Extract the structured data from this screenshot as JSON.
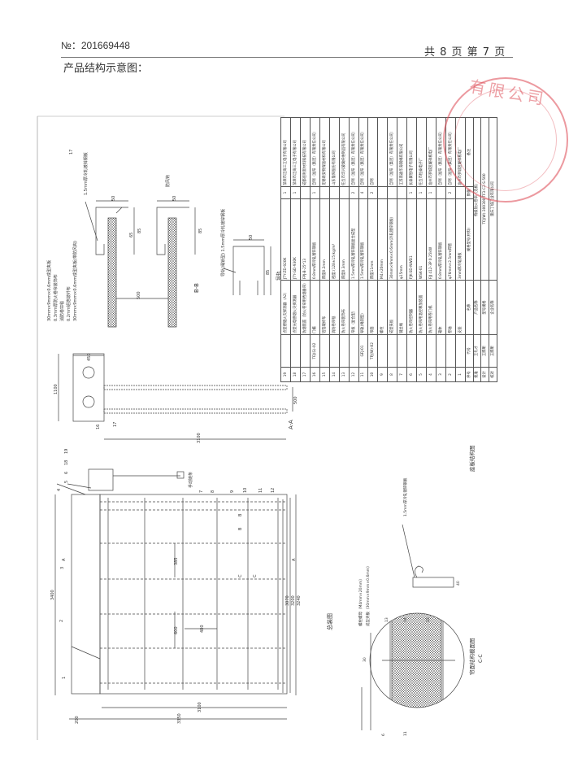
{
  "header": {
    "doc_number": "№：201669448",
    "page_info": "共 8 页 第 7 页",
    "caption": "产品结构示意图："
  },
  "stamp": {
    "text": "有限公司",
    "color": "#dc4650"
  },
  "drawing": {
    "section_bb_notes": [
      "30mm×9mm×0.6mm成型夹板",
      "0.3mm厚防火卷帘装饰布",
      "消防卷帘毯",
      "0.2mm铝箔玻纤布",
      "30mm×9mm×0.6mm成型夹板(带防风钩)"
    ],
    "steel_sheet_label": "1.5mm厚冷轧镀锌钢板",
    "wind_hook_label": "防风钩",
    "rail_label": "导轨(绳锁型) 1.5mm厚冷轧镀锌钢板",
    "rail_title": "导轨",
    "bb_title": "B-B",
    "aa_title": "A-A",
    "part17": "17",
    "dims_bb": [
      "50",
      "65",
      "85",
      "10",
      "500",
      "11",
      "29",
      "50",
      "65",
      "85",
      "10",
      "11",
      "29",
      "50",
      "85",
      "10",
      "10"
    ],
    "aa_dims": [
      "450",
      "1100",
      "500",
      "3100",
      "16",
      "17"
    ],
    "chain_label": "手动链条",
    "callouts": [
      "1",
      "2",
      "3",
      "4",
      "5",
      "6",
      "18",
      "19",
      "7",
      "8",
      "9",
      "10",
      "11",
      "12"
    ],
    "section_marks": [
      "A",
      "A",
      "B",
      "B",
      "C",
      "C"
    ],
    "main_dims": [
      "3400",
      "385",
      "600",
      "480",
      "3070",
      "3200",
      "3240",
      "3100",
      "3350",
      "200"
    ],
    "assembly_title": "总装图",
    "cc_bolt_label": "螺栓螺母（M4mm×20mm）",
    "cc_clamp_label": "成型夹板（30mm×9mm×0.6mm）",
    "cc_parts": [
      "13",
      "14",
      "15"
    ],
    "cc_dims": [
      "30",
      "6",
      "11"
    ],
    "cc_title": "帘面结构截面图",
    "cc_mark": "C-C",
    "bottom_plate_label": "1.5mm厚冷轧镀锌钢板",
    "bottom_plate_dims": [
      "30",
      "40"
    ],
    "bottom_plate_title": "座板结构图"
  },
  "bom": {
    "rows": [
      [
        "19",
        "",
        "点型感烟火灾探测器（A2）",
        "JTY-ZD-920K",
        "1",
        "深圳市泛海三江电子有限公司"
      ],
      [
        "18",
        "",
        "点型光电感烟火灾探测器",
        "JTY-GD-930K",
        "1",
        "深圳市泛海三江电子有限公司"
      ],
      [
        "17",
        "",
        "防烟装置（防火卷帘用挡烟垂帘）",
        "FPJ-B-25*13",
        "",
        "成都佰利新材料科技有限公司"
      ],
      [
        "16",
        "TFJ(G)-02",
        "门楣",
        "0.8mm厚冷轧镀锌钢板",
        "1",
        "自制（淮阳（集团）有限责任公司）"
      ],
      [
        "15",
        "",
        "铝箔玻纤布",
        "厚度0.2mm",
        "",
        "无锡奇安特保温材料有限公司"
      ],
      [
        "14",
        "",
        "消防卷帘毯",
        "密度:(128±15)kg/m³",
        "",
        "山东鲁阳股份有限公司"
      ],
      [
        "13",
        "",
        "防火卷帘装饰布",
        "厚度0.3mm",
        "",
        "任丘市华兴玻璃纤维制品有限公司"
      ],
      [
        "12",
        "",
        "帘板（复合型）",
        "1.5mm厚冷轧镀锌钢板复合成型",
        "2",
        "自制（淮阳（集团）有限责任公司）"
      ],
      [
        "11",
        "GFJ-01",
        "导轨(绳锁型)",
        "1.5mm厚冷轧镀锌钢板",
        "4",
        "自制（淮阳（集团）有限责任公司）"
      ],
      [
        "10",
        "TFJ(W)-02",
        "帘面",
        "厚度11mm",
        "2",
        "自制"
      ],
      [
        "9",
        "",
        "螺栓",
        "M4×20mm",
        "",
        ""
      ],
      [
        "8",
        "",
        "成型夹板",
        "30mm×9mm×0.6mm(冷轧镀锌钢板)",
        "",
        "自制（淮阳（集团）有限责任公司）"
      ],
      [
        "7",
        "",
        "钢丝绳",
        "φ15mm",
        "",
        "江苏南通华海钢绳有限公司"
      ],
      [
        "6",
        "",
        "防火卷帘控制器",
        "FJK-SD-NWD1",
        "1",
        "长泰聚智电子有限公司"
      ],
      [
        "5",
        "",
        "防火卷帘用温控释放装置",
        "WSK-01",
        "1",
        "任丘市恒泰电子厂"
      ],
      [
        "4",
        "",
        "防火卷帘用卷门机",
        "FJJ 412-3P 0.25kW",
        "1",
        "淮州市罗城区耀祥机电厂"
      ],
      [
        "3",
        "",
        "箱体",
        "0.8mm厚冷轧镀锌钢板",
        "",
        "自制（淮阳（集团）有限责任公司）"
      ],
      [
        "2",
        "",
        "卷轴",
        "φ76mm×2.5mm焊管",
        "2",
        "自制（淮阳（集团）有限责任公司）"
      ],
      [
        "1",
        "",
        "支座",
        "3mm厚冷轧钢板",
        "",
        "淮州市罗城区耀祥机电厂"
      ]
    ],
    "header": [
      "序号",
      "代号",
      "名称",
      "规格型号(材料)",
      "数量",
      "备注"
    ],
    "footer": [
      [
        "批准",
        "王礼才",
        "产品名称",
        "特级防火卷帘（无机）"
      ],
      [
        "设计",
        "王腾昕",
        "型号规格",
        "TFJ(W)-300300-TF3-C2-S-500"
      ],
      [
        "校对",
        "王腾昕",
        "企业名称",
        "重庆丁城门业有限公司"
      ]
    ]
  }
}
